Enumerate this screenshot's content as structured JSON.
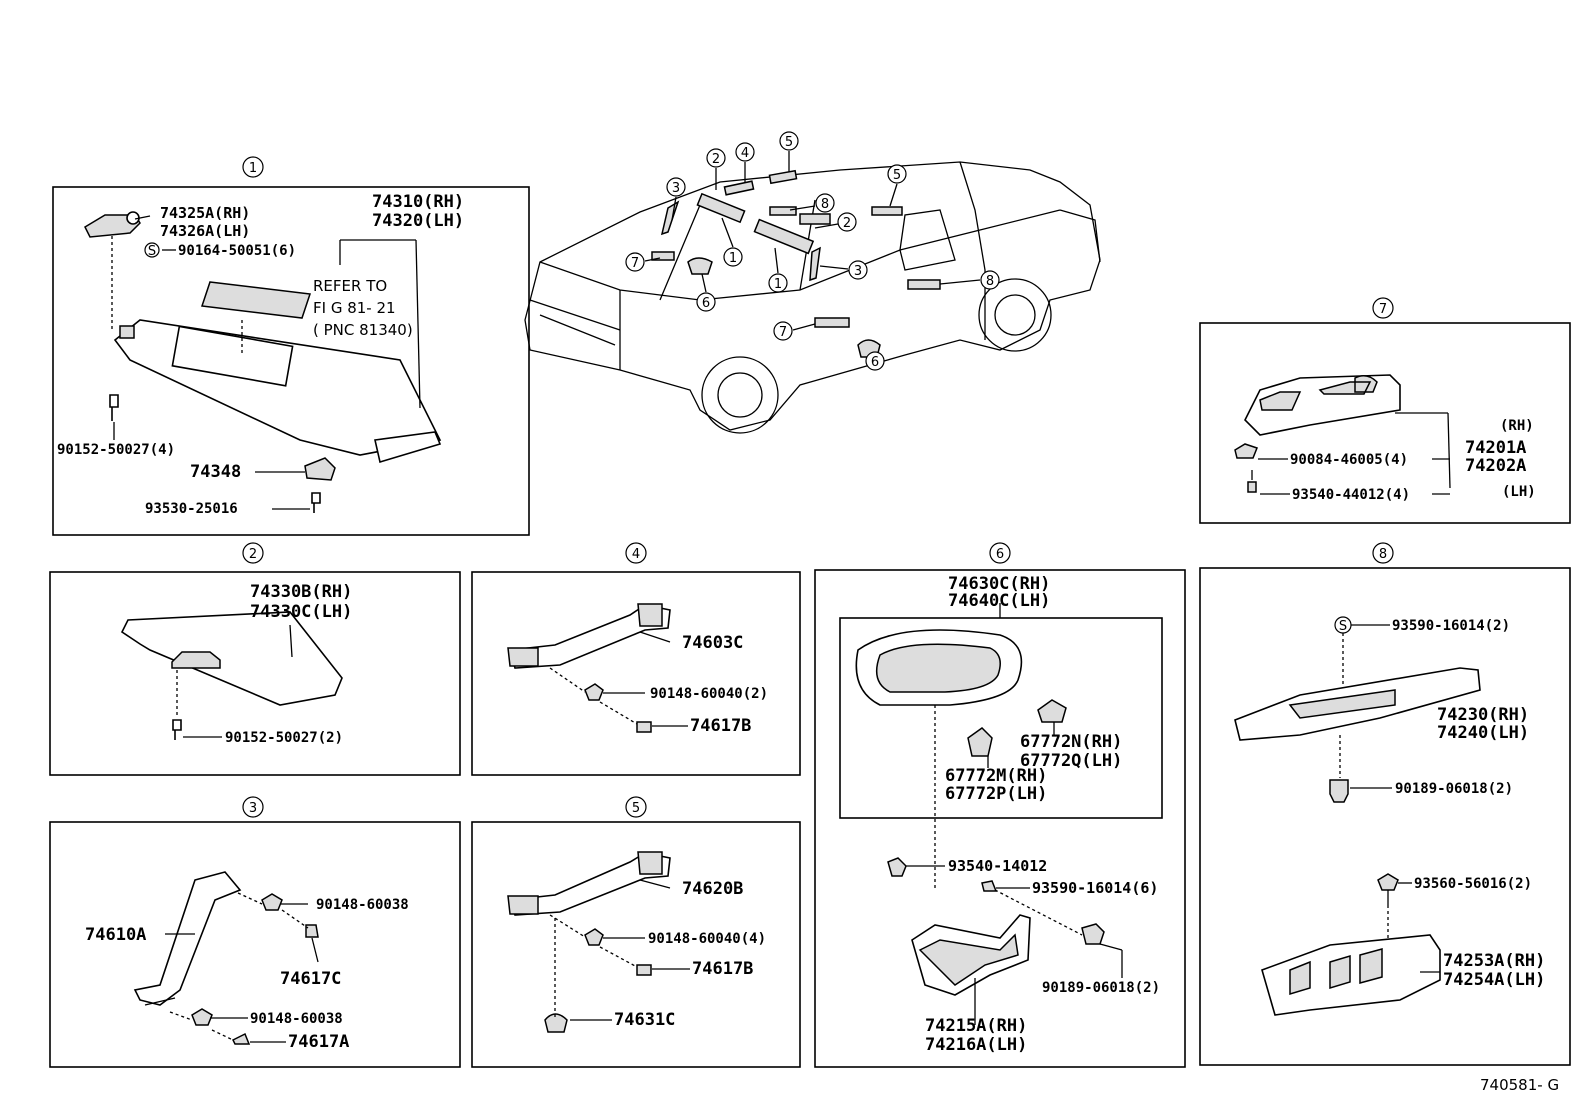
{
  "footer_code": "740581- G",
  "truck": {
    "callouts": [
      "2",
      "4",
      "5",
      "3",
      "8",
      "2",
      "5",
      "1",
      "1",
      "3",
      "7",
      "6",
      "8",
      "7",
      "6"
    ]
  },
  "panel1": {
    "index": "1",
    "labels": {
      "a": "74325A(RH)",
      "b": "74326A(LH)",
      "c": "90164-50051(6)",
      "c_s": "S",
      "d": "74310(RH)",
      "e": "74320(LH)",
      "ref1": "REFER TO",
      "ref2": "FI G  81- 21",
      "ref3": "( PNC 81340)",
      "f": "90152-50027(4)",
      "g": "74348",
      "h": "93530-25016"
    }
  },
  "panel2": {
    "index": "2",
    "labels": {
      "a": "74330B(RH)",
      "b": "74330C(LH)",
      "c": "90152-50027(2)"
    }
  },
  "panel3": {
    "index": "3",
    "labels": {
      "a": "74610A",
      "b": "90148-60038",
      "c": "74617C",
      "d": "90148-60038",
      "e": "74617A"
    }
  },
  "panel4": {
    "index": "4",
    "labels": {
      "a": "74603C",
      "b": "90148-60040(2)",
      "c": "74617B"
    }
  },
  "panel5": {
    "index": "5",
    "labels": {
      "a": "74620B",
      "b": "90148-60040(4)",
      "c": "74617B",
      "d": "74631C"
    }
  },
  "panel6": {
    "index": "6",
    "labels": {
      "a": "74630C(RH)",
      "b": "74640C(LH)",
      "c": "67772N(RH)",
      "d": "67772Q(LH)",
      "e": "67772M(RH)",
      "f": "67772P(LH)",
      "g": "93540-14012",
      "h": "93590-16014(6)",
      "i": "90189-06018(2)",
      "j": "74215A(RH)",
      "k": "74216A(LH)"
    }
  },
  "panel7": {
    "index": "7",
    "labels": {
      "rh": "(RH)",
      "a": "74201A",
      "b": "74202A",
      "lh": "(LH)",
      "c": "90084-46005(4)",
      "d": "93540-44012(4)"
    }
  },
  "panel8": {
    "index": "8",
    "labels": {
      "a": "93590-16014(2)",
      "a_s": "S",
      "b": "74230(RH)",
      "c": "74240(LH)",
      "d": "90189-06018(2)",
      "e": "93560-56016(2)",
      "f": "74253A(RH)",
      "g": "74254A(LH)"
    }
  }
}
